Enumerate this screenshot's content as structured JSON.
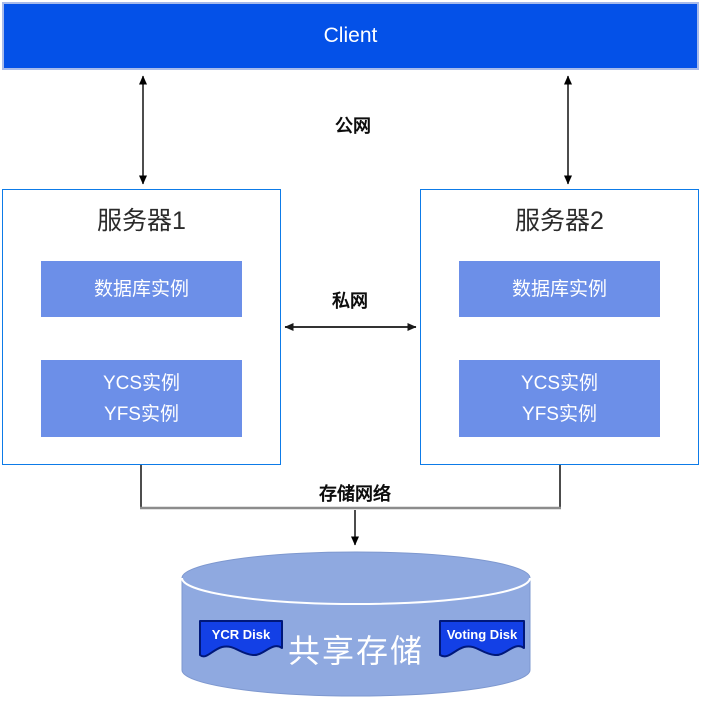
{
  "client": {
    "label": "Client"
  },
  "networks": {
    "public": "公网",
    "private": "私网",
    "storage": "存储网络"
  },
  "servers": [
    {
      "title": "服务器1",
      "db": "数据库实例",
      "ycs": "YCS实例",
      "yfs": "YFS实例"
    },
    {
      "title": "服务器2",
      "db": "数据库实例",
      "ycs": "YCS实例",
      "yfs": "YFS实例"
    }
  ],
  "shared_storage": {
    "title": "共享存储",
    "disks": [
      {
        "label": "YCR Disk"
      },
      {
        "label": "Voting Disk"
      }
    ]
  },
  "colors": {
    "client_bar": "#0451E8",
    "client_bar_border": "#A8BBEB",
    "server_border": "#0D7BE8",
    "instance_box": "#6C8FE8",
    "cylinder": "#8FA9E0",
    "disk_fill": "#1340E6",
    "disk_border": "#00187A",
    "storage_bus_line": "#8C8C8C",
    "arrow": "#000000"
  }
}
